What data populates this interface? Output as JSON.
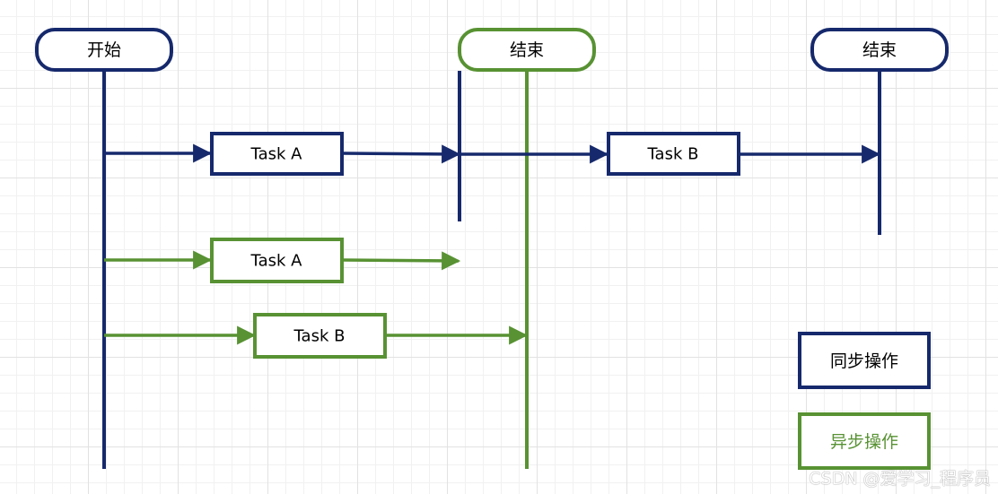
{
  "colors": {
    "sync": "#16296c",
    "async": "#589233",
    "background": "#ffffff",
    "grid": "#e2e2e2"
  },
  "nodes": {
    "start_label": "开始",
    "end_label_1": "结束",
    "end_label_2": "结束",
    "sync_task_a": "Task A",
    "sync_task_b": "Task B",
    "async_task_a": "Task A",
    "async_task_b": "Task B"
  },
  "legend": {
    "sync_label": "同步操作",
    "async_label": "异步操作"
  },
  "watermark": "CSDN @爱学习_程序员"
}
